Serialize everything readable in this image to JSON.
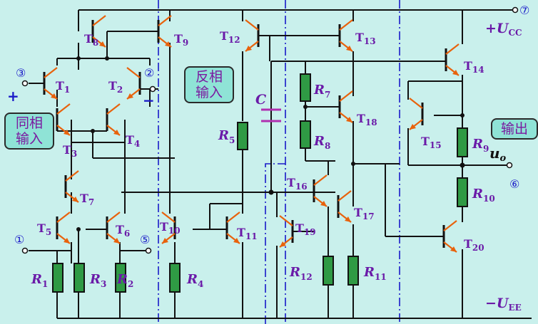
{
  "rails": {
    "vcc": "+U",
    "vcc_sub": "CC",
    "vee": "−U",
    "vee_sub": "EE"
  },
  "nodes": [
    "③",
    "②",
    "①",
    "⑤",
    "⑥",
    "⑦"
  ],
  "signs": {
    "plus": "+",
    "minus": "−"
  },
  "callouts": {
    "noninverting": "同相\n输入",
    "inverting": "反相\n输入",
    "output": "输出"
  },
  "output_label": {
    "main": "u",
    "sub": "o"
  },
  "transistors": [
    "T1",
    "T2",
    "T3",
    "T4",
    "T5",
    "T6",
    "T7",
    "T8",
    "T9",
    "T10",
    "T11",
    "T12",
    "T13",
    "T14",
    "T15",
    "T16",
    "T17",
    "T18",
    "T19",
    "T20"
  ],
  "resistors": [
    {
      "name": "R",
      "sub": "1"
    },
    {
      "name": "R",
      "sub": "2"
    },
    {
      "name": "R",
      "sub": "3"
    },
    {
      "name": "R",
      "sub": "4"
    },
    {
      "name": "R",
      "sub": "5"
    },
    {
      "name": "R",
      "sub": "7"
    },
    {
      "name": "R",
      "sub": "8"
    },
    {
      "name": "R",
      "sub": "9"
    },
    {
      "name": "R",
      "sub": "10"
    },
    {
      "name": "R",
      "sub": "11"
    },
    {
      "name": "R",
      "sub": "12"
    }
  ],
  "capacitor": "C"
}
